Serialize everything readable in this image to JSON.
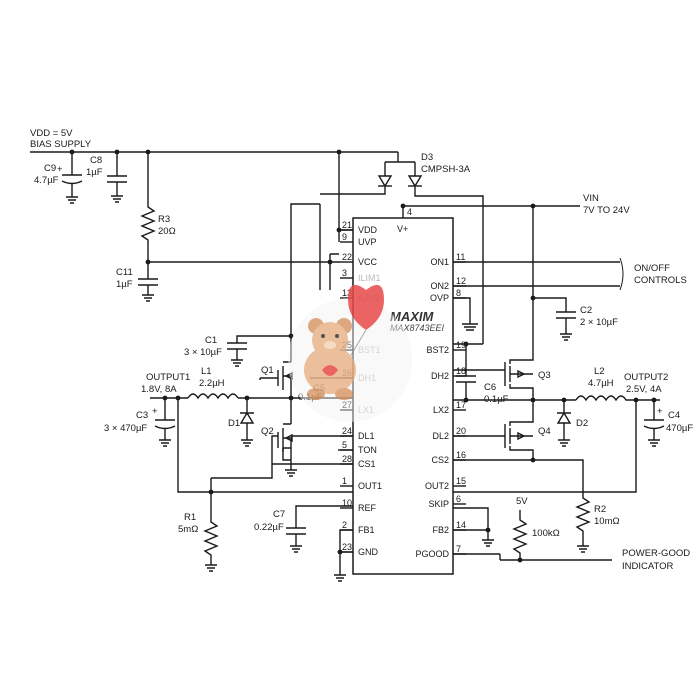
{
  "chip": {
    "brand": "MAXIM",
    "part": "MAX8743EEI",
    "top_pin": {
      "num": "4",
      "name": "V+"
    },
    "left_pins": [
      {
        "num": "21",
        "name": "VDD"
      },
      {
        "num": "9",
        "name": "UVP"
      },
      {
        "num": "22",
        "name": "VCC"
      },
      {
        "num": "3",
        "name": "ILIM1"
      },
      {
        "num": "13",
        "name": "ILIM2"
      },
      {
        "num": "25",
        "name": "BST1"
      },
      {
        "num": "26",
        "name": "DH1"
      },
      {
        "num": "27",
        "name": "LX1"
      },
      {
        "num": "24",
        "name": "DL1"
      },
      {
        "num": "5",
        "name": "TON"
      },
      {
        "num": "28",
        "name": "CS1"
      },
      {
        "num": "1",
        "name": "OUT1"
      },
      {
        "num": "10",
        "name": "REF"
      },
      {
        "num": "2",
        "name": "FB1"
      },
      {
        "num": "23",
        "name": "GND"
      }
    ],
    "right_pins": [
      {
        "num": "11",
        "name": "ON1"
      },
      {
        "num": "12",
        "name": "ON2"
      },
      {
        "num": "8",
        "name": "OVP"
      },
      {
        "num": "19",
        "name": "BST2"
      },
      {
        "num": "18",
        "name": "DH2"
      },
      {
        "num": "17",
        "name": "LX2"
      },
      {
        "num": "20",
        "name": "DL2"
      },
      {
        "num": "16",
        "name": "CS2"
      },
      {
        "num": "15",
        "name": "OUT2"
      },
      {
        "num": "6",
        "name": "SKIP"
      },
      {
        "num": "14",
        "name": "FB2"
      },
      {
        "num": "7",
        "name": "PGOOD"
      }
    ]
  },
  "labels": {
    "vdd_supply_line1": "VDD = 5V",
    "vdd_supply_line2": "BIAS SUPPLY",
    "c9_name": "C9",
    "c9_value": "4.7µF",
    "c8_name": "C8",
    "c8_value": "1µF",
    "r3_name": "R3",
    "r3_value": "20Ω",
    "c11_name": "C11",
    "c11_value": "1µF",
    "d3_name": "D3",
    "d3_value": "CMPSH-3A",
    "vin_name": "VIN",
    "vin_value": "7V TO 24V",
    "on_off_line1": "ON/OFF",
    "on_off_line2": "CONTROLS",
    "c2_name": "C2",
    "c2_value": "2 × 10µF",
    "c1_name": "C1",
    "c1_value": "3 × 10µF",
    "output1_line1": "OUTPUT1",
    "output1_line2": "1.8V, 8A",
    "l1_name": "L1",
    "l1_value": "2.2µH",
    "q1_name": "Q1",
    "c5_name": "C5",
    "c5_value": "0.1µF",
    "c3_name": "C3",
    "c3_value": "3 × 470µF",
    "d1_name": "D1",
    "q2_name": "Q2",
    "c6_name": "C6",
    "c6_value": "0.1µF",
    "q3_name": "Q3",
    "l2_name": "L2",
    "l2_value": "4.7µH",
    "output2_line1": "OUTPUT2",
    "output2_line2": "2.5V, 4A",
    "c4_name": "C4",
    "c4_value": "470µF",
    "d2_name": "D2",
    "q4_name": "Q4",
    "r1_name": "R1",
    "r1_value": "5mΩ",
    "c7_name": "C7",
    "c7_value": "0.22µF",
    "r2_name": "R2",
    "r2_value": "10mΩ",
    "pot_supply": "5V",
    "pot_value": "100kΩ",
    "pgood_line1": "POWER-GOOD",
    "pgood_line2": "INDICATOR"
  }
}
